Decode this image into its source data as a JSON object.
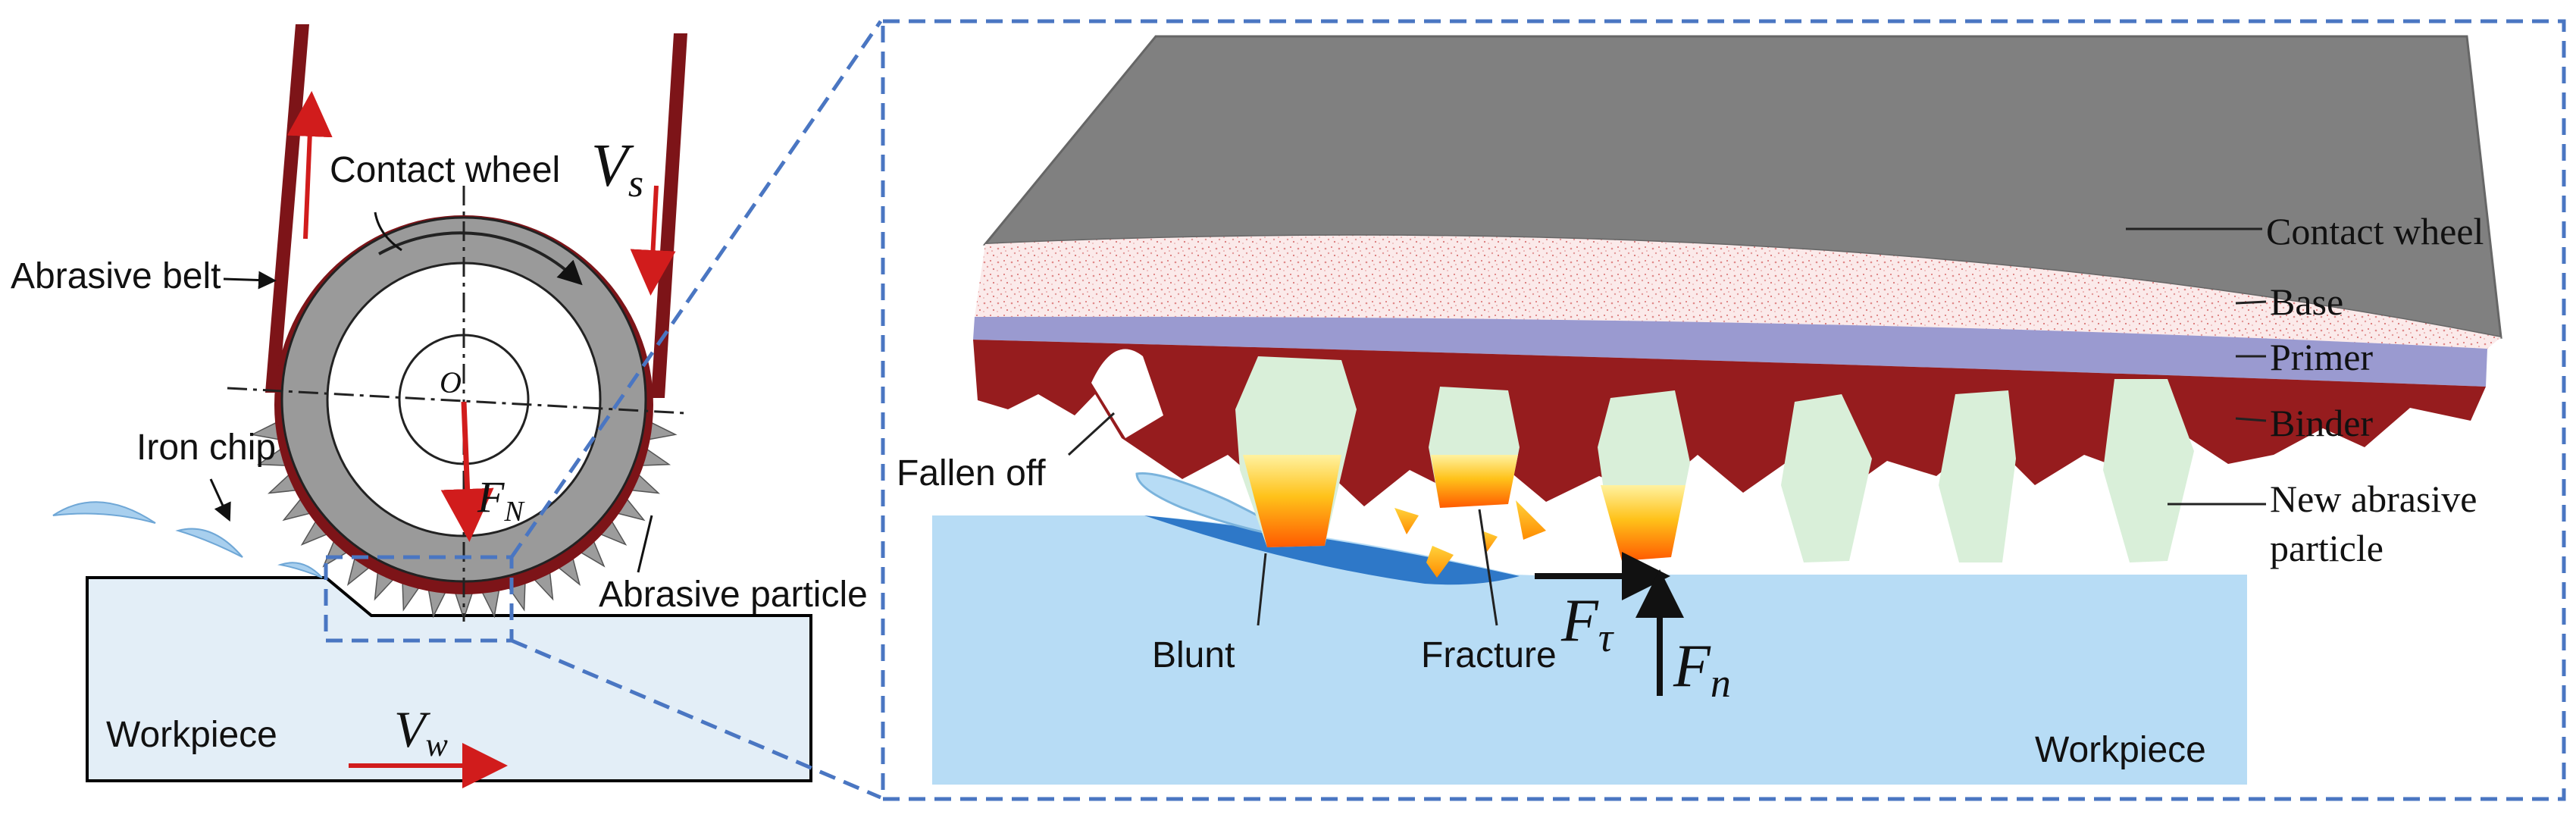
{
  "colors": {
    "belt": "#7d1418",
    "wheel_gray": "#9a9a9a",
    "dark_gray": "#808080",
    "base_pink": "#f4dcdc",
    "primer": "#9a9ad0",
    "binder": "#961c1e",
    "particle": "#d9efd9",
    "workpiece": "#b7dcf5",
    "chip": "#a8cfee",
    "dashed_box": "#4a76c2",
    "arrow_red": "#d11c1c"
  },
  "left": {
    "abrasive_belt": "Abrasive belt",
    "contact_wheel": "Contact wheel",
    "iron_chip": "Iron chip",
    "abrasive_particle": "Abrasive particle",
    "workpiece": "Workpiece",
    "center": "O",
    "vs": {
      "main": "V",
      "sub": "s"
    },
    "fn": {
      "main": "F",
      "sub": "N"
    },
    "vw": {
      "main": "V",
      "sub": "w"
    }
  },
  "right": {
    "contact_wheel": "Contact wheel",
    "base": "Base",
    "primer": "Primer",
    "binder": "Binder",
    "new_abrasive_line1": "New abrasive",
    "new_abrasive_line2": "particle",
    "fallen_off": "Fallen off",
    "blunt": "Blunt",
    "fracture": "Fracture",
    "workpiece": "Workpiece",
    "ft": {
      "main": "F",
      "sub": "τ"
    },
    "fn": {
      "main": "F",
      "sub": "n"
    }
  }
}
